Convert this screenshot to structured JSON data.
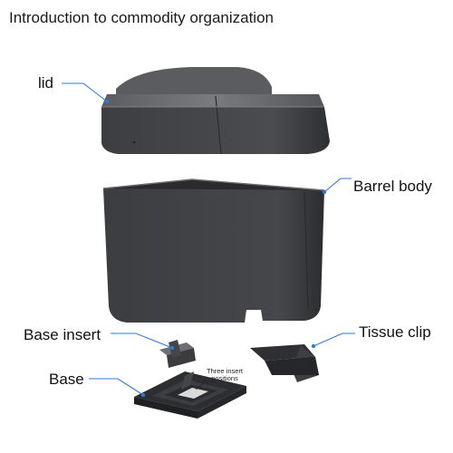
{
  "title": "Introduction to commodity organization",
  "labels": {
    "lid": "lid",
    "barrel_body": "Barrel body",
    "base_insert": "Base insert",
    "tissue_clip": "Tissue clip",
    "base": "Base",
    "three_insert_line1": "Three insert",
    "three_insert_line2": "positions"
  },
  "colors": {
    "leader": "#2f7bd1",
    "body_dark": "#3a3b3d",
    "body_mid": "#4a4b4e",
    "body_light": "#6b6c70"
  }
}
